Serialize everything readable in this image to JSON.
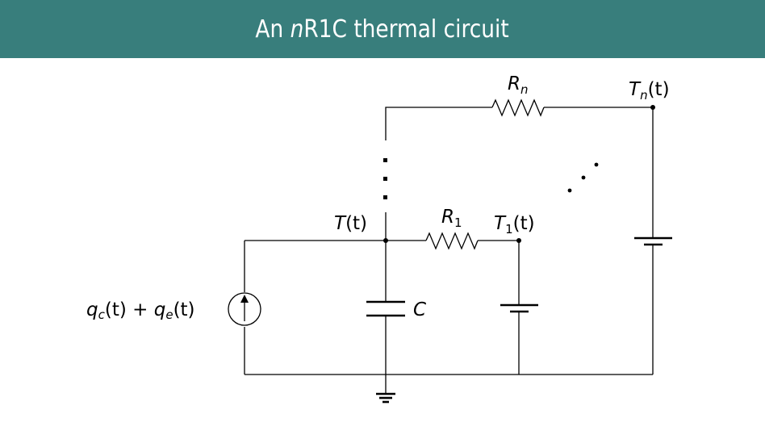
{
  "slide": {
    "title_prefix": "An ",
    "title_italic": "n",
    "title_suffix": "R1C thermal circuit",
    "title_bar_color": "#387e7c"
  },
  "circuit": {
    "source_label": {
      "q1": "q",
      "q1_sub": "c",
      "q1_arg": "(t) + ",
      "q2": "q",
      "q2_sub": "e",
      "q2_arg": "(t)"
    },
    "node_T": {
      "sym": "T",
      "arg": "(t)"
    },
    "node_T1": {
      "sym": "T",
      "sub": "1",
      "arg": "(t)"
    },
    "node_Tn": {
      "sym": "T",
      "sub": "n",
      "arg": "(t)"
    },
    "resistor_R1": {
      "sym": "R",
      "sub": "1"
    },
    "resistor_Rn": {
      "sym": "R",
      "sub": "n"
    },
    "capacitor": {
      "sym": "C"
    }
  }
}
